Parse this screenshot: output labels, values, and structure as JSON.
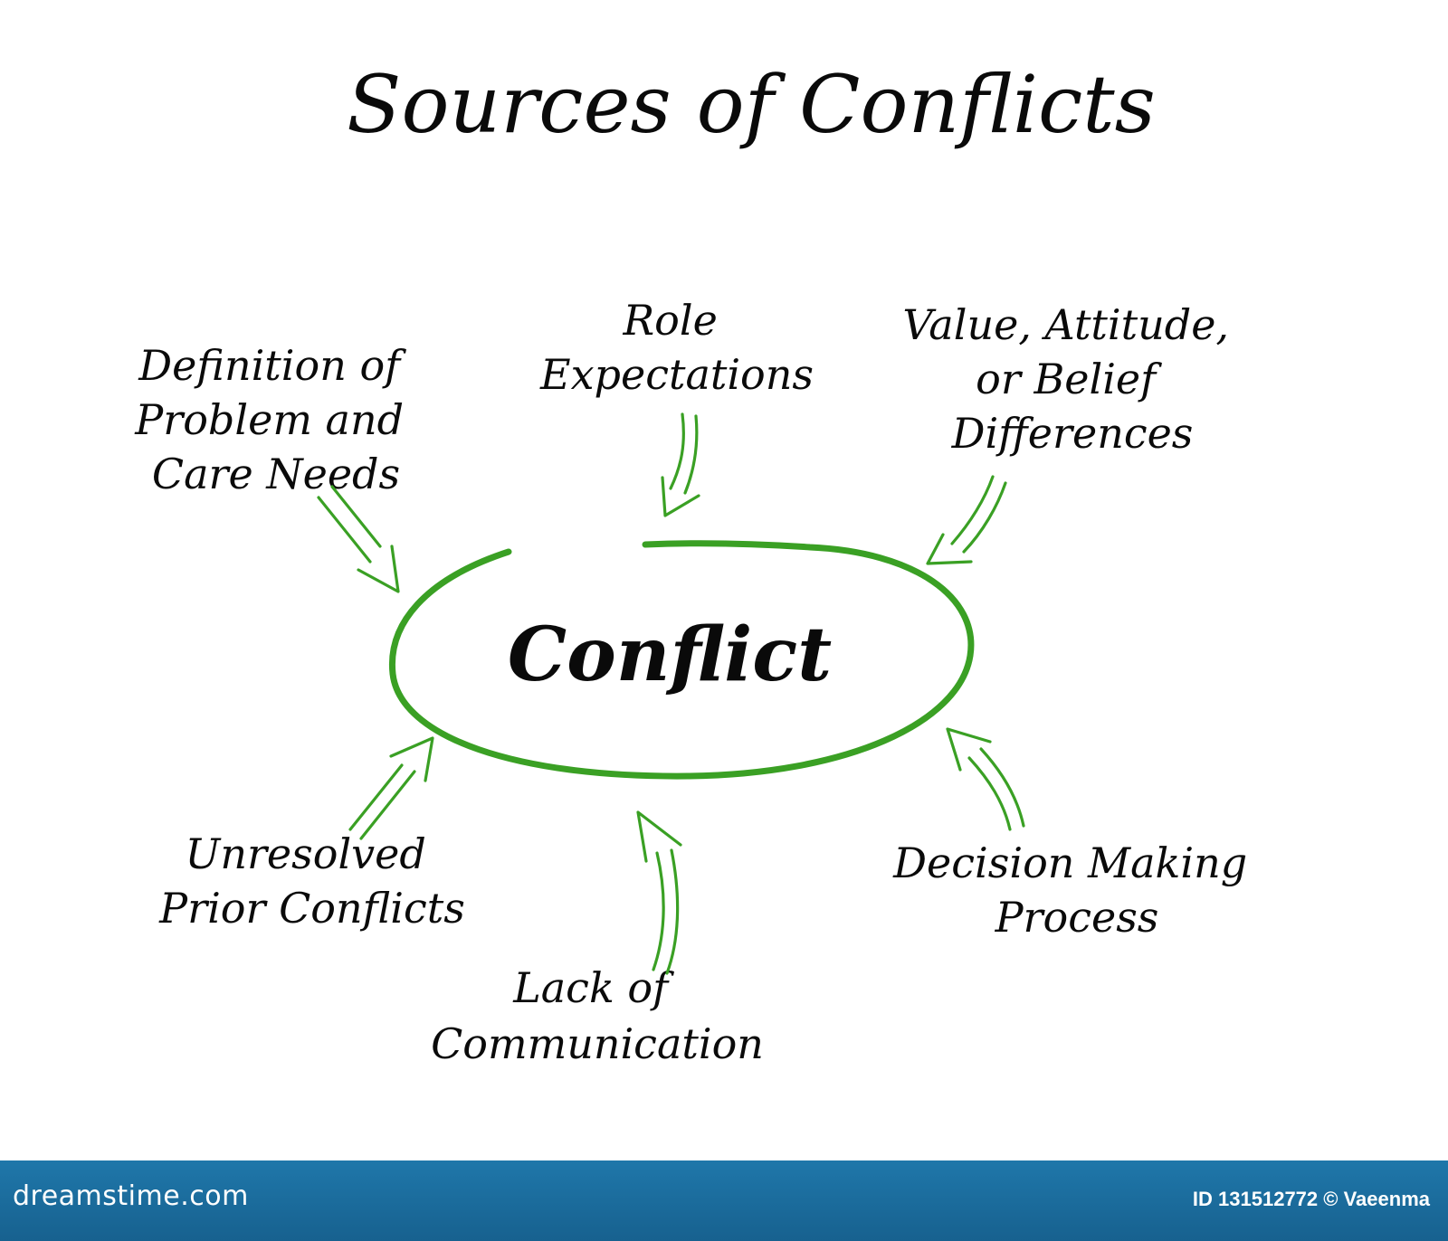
{
  "diagram": {
    "title": "Sources of Conflicts",
    "center": "Conflict",
    "accent_color": "#3aa024",
    "sources": [
      {
        "id": "definition",
        "lines": [
          "Definition of",
          "Problem and",
          "Care Needs"
        ]
      },
      {
        "id": "role",
        "lines": [
          "Role",
          "Expectations"
        ]
      },
      {
        "id": "value",
        "lines": [
          "Value, Attitude,",
          "or Belief",
          "Differences"
        ]
      },
      {
        "id": "unresolved",
        "lines": [
          "Unresolved",
          "Prior Conflicts"
        ]
      },
      {
        "id": "lack",
        "lines": [
          "Lack of",
          "Communication"
        ]
      },
      {
        "id": "decision",
        "lines": [
          "Decision Making",
          "Process"
        ]
      }
    ]
  },
  "footer": {
    "brand": "dreamstime.com",
    "credit": "ID 131512772 © Vaeenma"
  }
}
